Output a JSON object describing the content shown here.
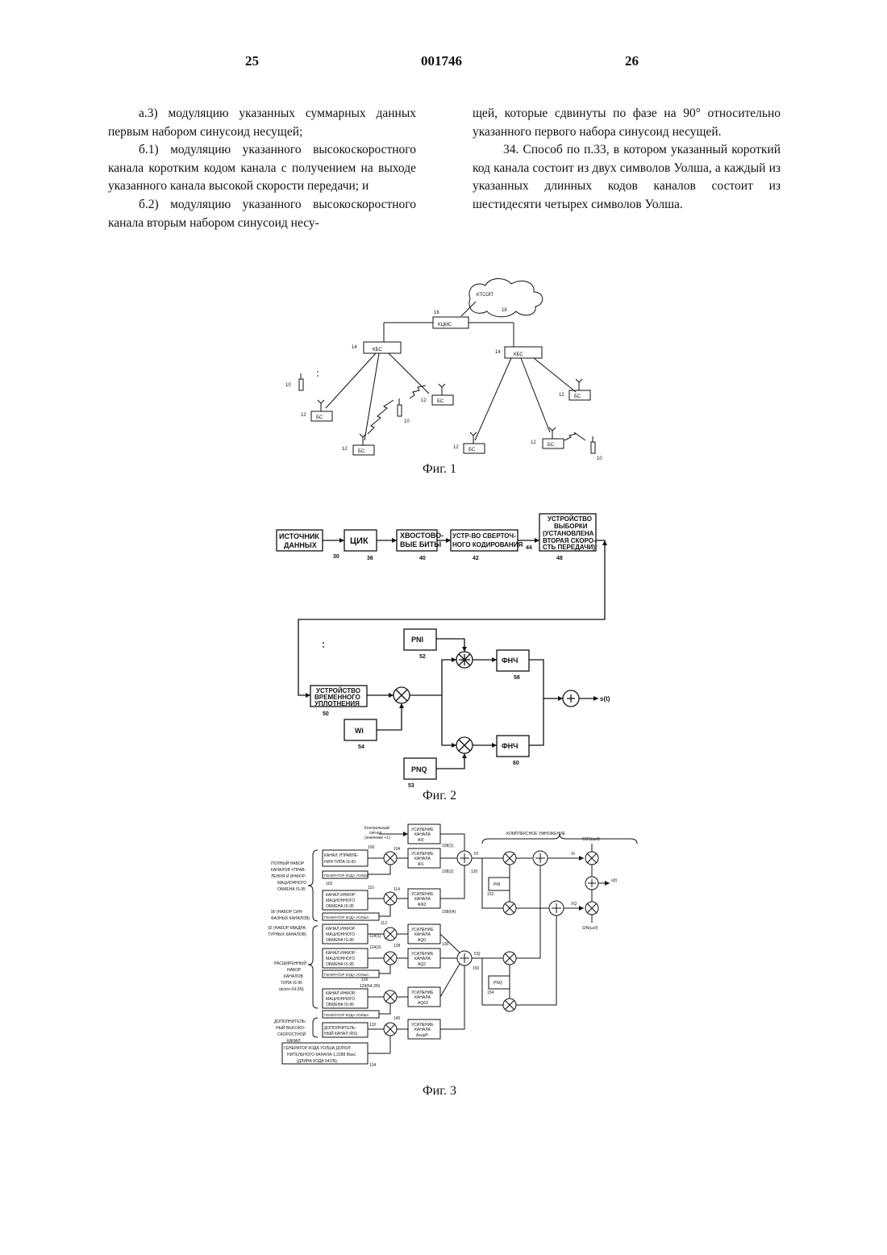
{
  "header": {
    "left_page": "25",
    "doc_number": "001746",
    "right_page": "26"
  },
  "text": {
    "left": [
      "а.3) модуляцию указанных суммарных данных первым набором синусоид несущей;",
      "б.1) модуляцию указанного высокоскоростного канала коротким кодом канала с получением на выходе указанного канала высокой скорости передачи; и",
      "б.2) модуляцию указанного высокоскоростного канала вторым набором синусоид несу-"
    ],
    "right": [
      "щей, которые сдвинуты по фазе на 90° относительно указанного первого набора синусоид несущей.",
      "34. Способ по п.33, в котором указанный короткий код канала состоит из двух символов Уолша, а каждый из указанных длинных кодов каналов состоит из шестидесяти четырех символов Уолша."
    ]
  },
  "fig1": {
    "caption": "Фиг. 1",
    "ktsop": "КТСОП",
    "ktsmc": "КЦМС",
    "kbs": "КБС",
    "bs": "БС",
    "n16": "16",
    "n18": "18",
    "n14": "14",
    "n12": "12",
    "n10": "10"
  },
  "fig2": {
    "caption": "Фиг. 2",
    "src1": "ИСТОЧНИК",
    "src2": "ДАННЫХ",
    "n30": "30",
    "crc": "ЦИК",
    "n36": "36",
    "tail1": "ХВОСТОВО-",
    "tail2": "ВЫЕ БИТЫ",
    "n40": "40",
    "conv1": "УСТР-ВО СВЕРТОЧ-",
    "conv2": "НОГО КОДИРОВАНИЯ",
    "n42": "42",
    "n44": "44",
    "sel1": "УСТРОЙСТВО",
    "sel2": "ВЫБОРКИ",
    "sel3": "(УСТАНОВЛЕНА",
    "sel4": "ВТОРАЯ СКОРО-",
    "sel5": "СТЬ ПЕРЕДАЧИ)",
    "n48": "48",
    "pni": "PNI",
    "n52": "52",
    "lpf": "ФНЧ",
    "n58": "58",
    "n60": "60",
    "tdm1": "УСТРОЙСТВО",
    "tdm2": "ВРЕМЕННОГО",
    "tdm3": "УПЛОТНЕНИЯ",
    "n50": "50",
    "wi": "Wi",
    "n54": "54",
    "pnq": "PNQ",
    "n53": "53",
    "st": "s(t)"
  },
  "fig3": {
    "caption": "Фиг. 3",
    "pilot1": "Контрольный",
    "pilot2": "сигнал",
    "pilot3": "(значение +1)",
    "complex": "КОМПЛЕКСНОЕ УМНОЖЕНИЕ",
    "left1": [
      "ПОЛНЫЙ НАБОР",
      "КАНАЛОВ УПРАВ-",
      "ЛЕНИЯ И ИНФОР-",
      "МАЦИОННОГО",
      "ОБМЕНА IS-95"
    ],
    "left2": [
      "90 (НАБОР СИН-",
      "ФАЗНЫХ КАНАЛОВ)"
    ],
    "left3": [
      "92 (НАБОР КВАДРА-",
      "ТУРНЫХ КАНАЛОВ)"
    ],
    "left4": [
      "РАСШИРЕННЫЙ",
      "НАБОР",
      "КАНАЛОВ",
      "ТИПА IS-95",
      "(всего 64-2N)"
    ],
    "left5": [
      "ДОПОЛНИТЕЛЬ-",
      "НЫЙ ВЫСОКО-",
      "СКОРОСТНОЙ",
      "КАНАЛ"
    ],
    "ctrl": [
      "КАНАЛ УПРАВЛЕ-",
      "НИЯ ТИПА IS-95"
    ],
    "walsh": "ГЕНЕРАТОР КОДА УОЛША",
    "traffic": [
      "КАНАЛ ИНФОР-",
      "МАЦИОННОГО",
      "ОБМЕНА IS-95"
    ],
    "suppch": [
      "ДОПОЛНИТЕЛЬ-",
      "НЫЙ КАНАЛ (RS)"
    ],
    "gain": [
      "УСИЛЕНИЕ",
      "КАНАЛА"
    ],
    "gain_labels": [
      "AI0",
      "AI1",
      "AI63",
      "AQ0",
      "AQ2",
      "AQ63",
      "AsupP"
    ],
    "walsh_supp": [
      "ГЕНЕРАТОР КОДА УОЛША ДОПОЛ",
      "НИТЕЛЬНОГО КАНАЛА-1,2288 Мэкс",
      "(ДЛИНА КОДА 64/2N)"
    ],
    "pni": "PNI",
    "pnq": "PNQ",
    "di": "DI",
    "dq": "DQ",
    "xi": "XI",
    "xq": "XQ",
    "cos": "COS(ωcf)",
    "sin": "SIN(ωcf)",
    "st": "s(t)",
    "nums": {
      "n100": "100",
      "n104": "104",
      "n102": "102",
      "n110": "110",
      "n114": "114",
      "n112": "112",
      "n108_1": "108(1)",
      "n108_2": "108(2)",
      "n108_64": "108(64)",
      "n120": "120",
      "n124_1": "124(1)",
      "n124_2": "124(2)",
      "n124_64": "124(64-2N)",
      "n128": "128",
      "n126": "126",
      "n130": "130",
      "n150": "150",
      "n152": "152",
      "n154": "154",
      "n140": "140",
      "n132": "132",
      "n134": "134"
    }
  }
}
